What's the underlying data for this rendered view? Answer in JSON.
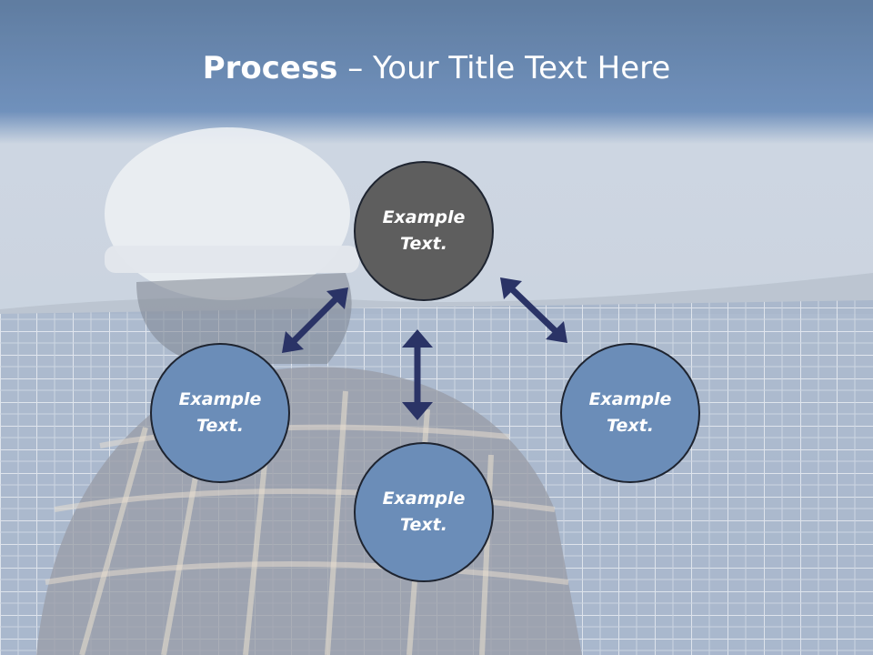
{
  "slide": {
    "title_bold": "Process",
    "title_rest": " – Your Title Text Here"
  },
  "nodes": {
    "center": "Example Text.",
    "left": "Example Text.",
    "bottom": "Example Text.",
    "right": "Example Text."
  },
  "colors": {
    "header_blue": "#4f72a0",
    "node_gray": "#5e5e5e",
    "node_blue": "#6b8db8",
    "arrow_navy": "#2a3366"
  }
}
